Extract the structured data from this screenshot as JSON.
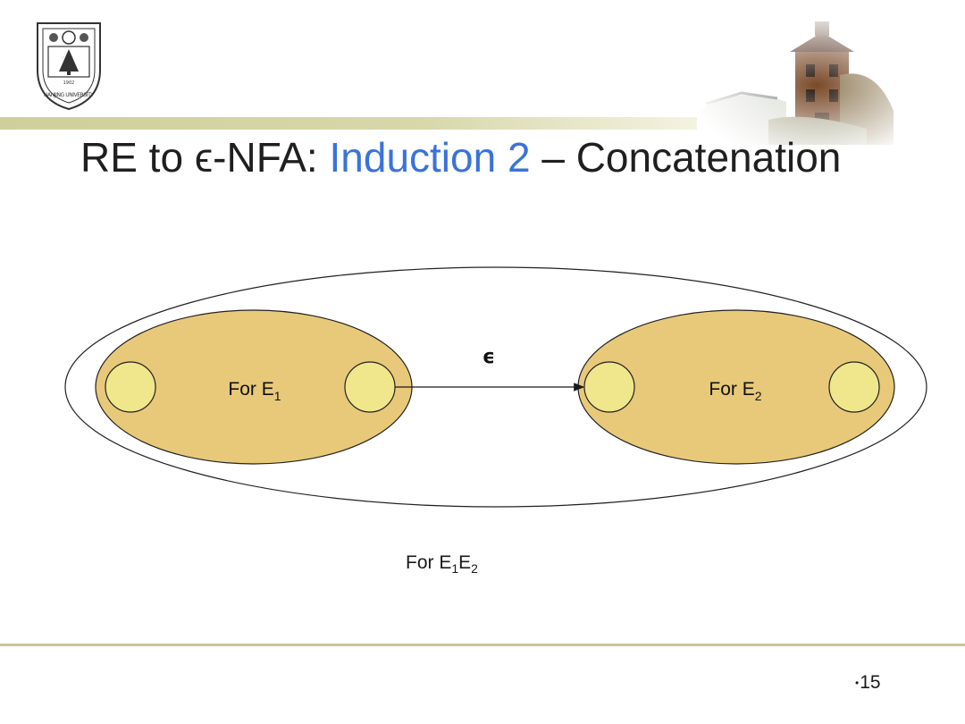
{
  "header": {
    "logo_icon": "nanjing-university-seal-icon",
    "logo_text": "NANJING UNIVERSITY",
    "logo_year": "1902",
    "banner_icon": "university-tower-photo-icon"
  },
  "title": {
    "prefix": "RE to ϵ-NFA: ",
    "highlight": "Induction 2",
    "suffix": " – Concatenation",
    "highlight_color": "#3a73d9"
  },
  "diagram": {
    "left_automaton": {
      "label": "For E",
      "subscript": "1"
    },
    "right_automaton": {
      "label": "For E",
      "subscript": "2"
    },
    "transition_label": "ϵ",
    "automaton_fill": "#e8c97a",
    "state_fill": "#f0e68c"
  },
  "caption": {
    "text_a": "For E",
    "sub_a": "1",
    "text_b": "E",
    "sub_b": "2"
  },
  "footer": {
    "bullet": "•",
    "page_number": "15"
  }
}
